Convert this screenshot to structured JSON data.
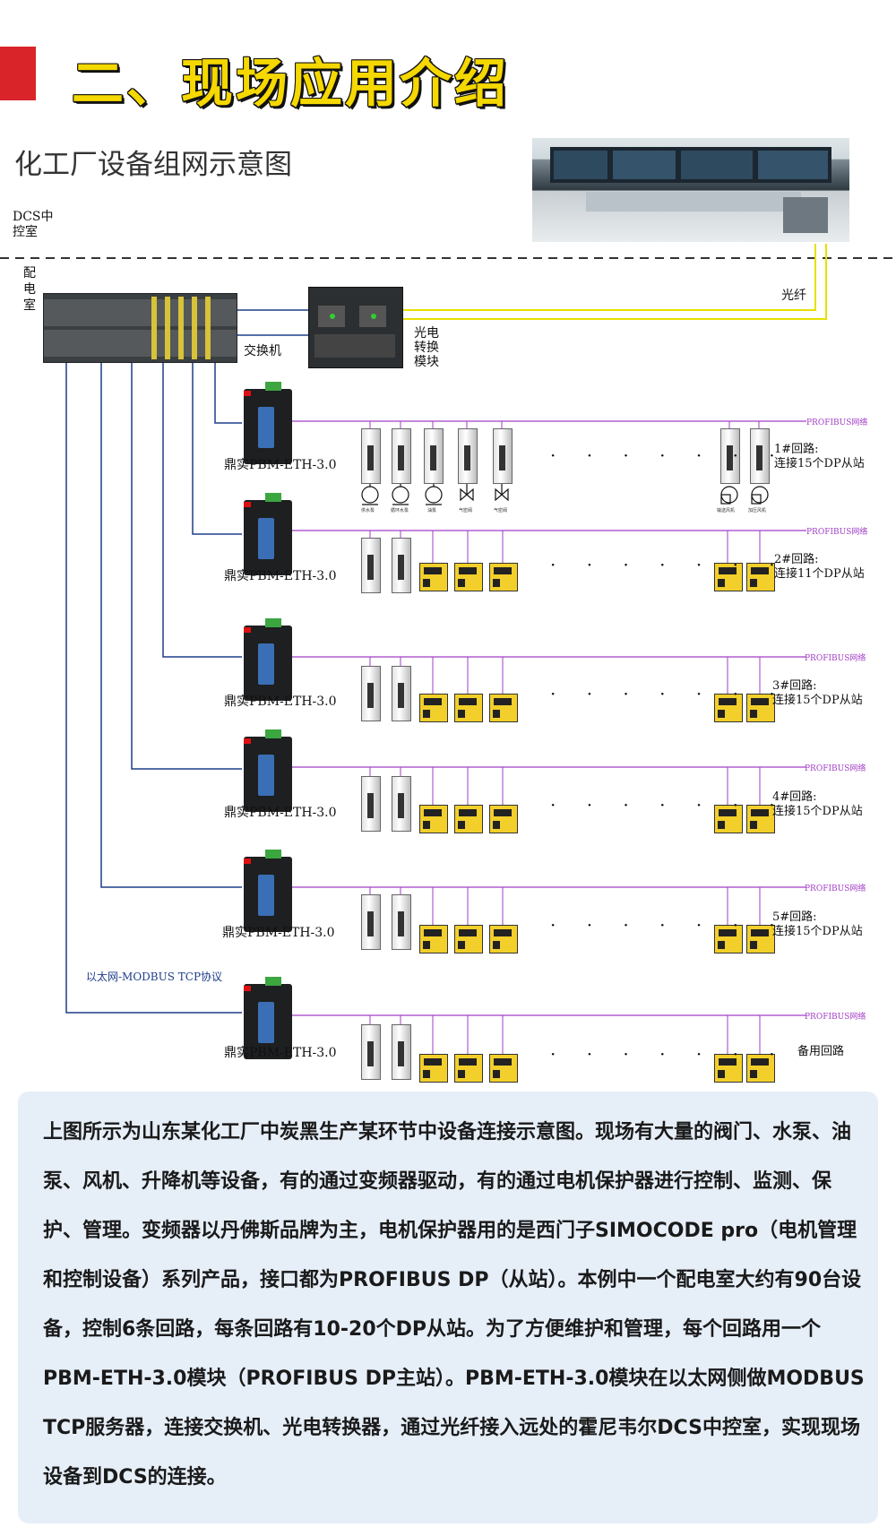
{
  "heading": {
    "title": "二、现场应用介绍"
  },
  "subtitle": "化工厂设备组网示意图",
  "zones": {
    "control_room": "DCS中\n控室",
    "distribution_room": "配\n电\n室"
  },
  "labels": {
    "fiber": "光纤",
    "switch": "交换机",
    "optical_module": "光电\n转换\n模块",
    "ethernet_protocol": "以太网-MODBUS TCP协议",
    "profibus": "PROFIBUS网络",
    "dots": "· · · · · · ·"
  },
  "gateways": [
    "鼎实PBM-ETH-3.0",
    "鼎实PBM-ETH-3.0",
    "鼎实PBM-ETH-3.0",
    "鼎实PBM-ETH-3.0",
    "鼎实PBM-ETH-3.0",
    "鼎实PBM-ETH-3.0"
  ],
  "loops": [
    "1#回路:\n连接15个DP从站",
    "2#回路:\n连接11个DP从站",
    "3#回路:\n连接15个DP从站",
    "4#回路:\n连接15个DP从站",
    "5#回路:\n连接15个DP从站",
    "备用回路"
  ],
  "loop1_devices": [
    "供水泵",
    "循环水泵",
    "油泵",
    "气密阀",
    "气密阀",
    "输送风机",
    "加压风机"
  ],
  "description": "上图所示为山东某化工厂中炭黑生产某环节中设备连接示意图。现场有大量的阀门、水泵、油泵、风机、升降机等设备，有的通过变频器驱动，有的通过电机保护器进行控制、监测、保护、管理。变频器以丹佛斯品牌为主，电机保护器用的是西门子SIMOCODE pro（电机管理和控制设备）系列产品，接口都为PROFIBUS DP（从站）。本例中一个配电室大约有90台设备，控制6条回路，每条回路有10-20个DP从站。为了方便维护和管理，每个回路用一个PBM-ETH-3.0模块（PROFIBUS DP主站）。PBM-ETH-3.0模块在以太网侧做MODBUS TCP服务器，连接交换机、光电转换器，通过光纤接入远处的霍尼韦尔DCS中控室，实现现场设备到DCS的连接。",
  "colors": {
    "accent_red": "#d9242a",
    "title_yellow": "#f5d800",
    "profibus_line": "#a23ec7",
    "ethernet_line": "#1f3d8a",
    "fiber_line": "#e8e000",
    "desc_bg": "#e6eef8"
  }
}
